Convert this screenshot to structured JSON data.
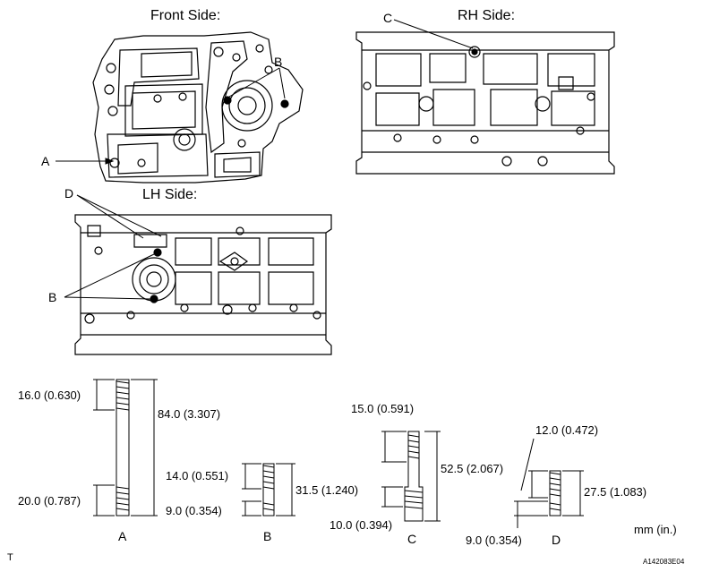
{
  "views": {
    "front": "Front Side:",
    "rh": "RH Side:",
    "lh": "LH Side:"
  },
  "callouts": {
    "a": "A",
    "b_front": "B",
    "c": "C",
    "d": "D",
    "b_lh": "B"
  },
  "studs": {
    "a": {
      "label": "A",
      "top": "16.0 (0.630)",
      "overall": "84.0 (3.307)",
      "bottom": "20.0 (0.787)"
    },
    "b": {
      "label": "B",
      "top": "14.0 (0.551)",
      "overall": "31.5 (1.240)",
      "bottom": "9.0 (0.354)"
    },
    "c": {
      "label": "C",
      "top": "15.0 (0.591)",
      "overall": "52.5 (2.067)",
      "bottom": "10.0 (0.394)"
    },
    "d": {
      "label": "D",
      "top": "12.0 (0.472)",
      "overall": "27.5 (1.083)",
      "bottom": "9.0 (0.354)"
    }
  },
  "units": "mm (in.)",
  "corner_mark": "T",
  "figure_code": "A142083E04"
}
